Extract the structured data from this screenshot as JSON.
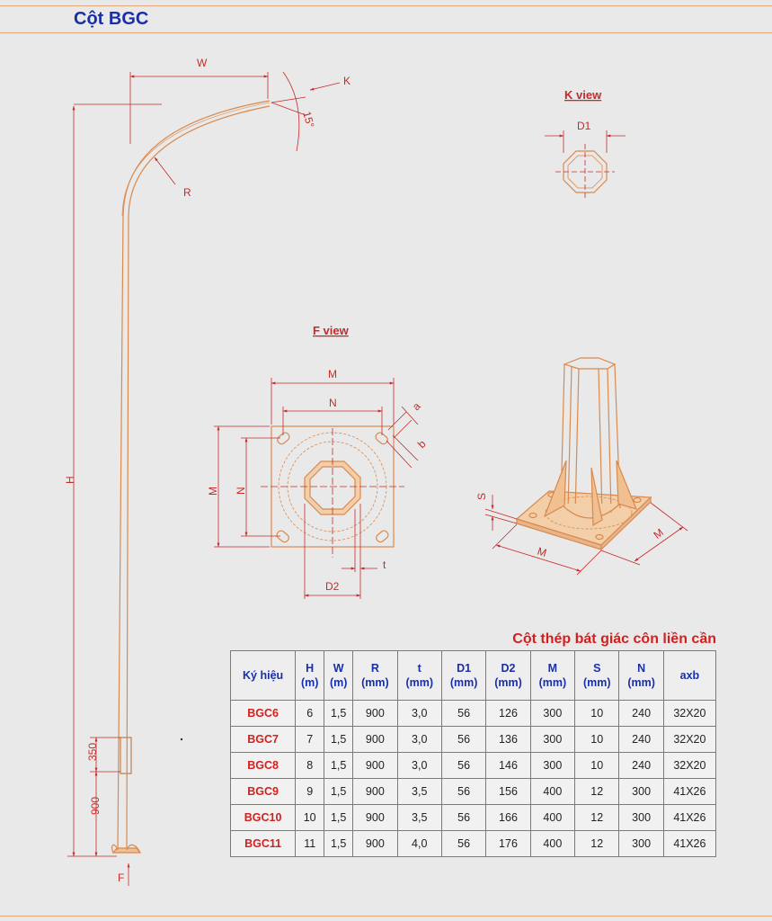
{
  "title": "Cột BGC",
  "views": {
    "k_view": "K view",
    "f_view": "F view"
  },
  "labels": {
    "W": "W",
    "K": "K",
    "angle": "15°",
    "R": "R",
    "H": "H",
    "len350": "350",
    "len900": "900",
    "F": "F",
    "D1": "D1",
    "M": "M",
    "N": "N",
    "a": "a",
    "b": "b",
    "t": "t",
    "D2": "D2",
    "S": "S"
  },
  "table": {
    "title": "Cột thép bát giác côn liền cần",
    "headers": [
      {
        "top": "Ký hiệu",
        "bottom": ""
      },
      {
        "top": "H",
        "bottom": "(m)"
      },
      {
        "top": "W",
        "bottom": "(m)"
      },
      {
        "top": "R",
        "bottom": "(mm)"
      },
      {
        "top": "t",
        "bottom": "(mm)"
      },
      {
        "top": "D1",
        "bottom": "(mm)"
      },
      {
        "top": "D2",
        "bottom": "(mm)"
      },
      {
        "top": "M",
        "bottom": "(mm)"
      },
      {
        "top": "S",
        "bottom": "(mm)"
      },
      {
        "top": "N",
        "bottom": "(mm)"
      },
      {
        "top": "axb",
        "bottom": ""
      }
    ],
    "rows": [
      [
        "BGC6",
        "6",
        "1,5",
        "900",
        "3,0",
        "56",
        "126",
        "300",
        "10",
        "240",
        "32X20"
      ],
      [
        "BGC7",
        "7",
        "1,5",
        "900",
        "3,0",
        "56",
        "136",
        "300",
        "10",
        "240",
        "32X20"
      ],
      [
        "BGC8",
        "8",
        "1,5",
        "900",
        "3,0",
        "56",
        "146",
        "300",
        "10",
        "240",
        "32X20"
      ],
      [
        "BGC9",
        "9",
        "1,5",
        "900",
        "3,5",
        "56",
        "156",
        "400",
        "12",
        "300",
        "41X26"
      ],
      [
        "BGC10",
        "10",
        "1,5",
        "900",
        "3,5",
        "56",
        "166",
        "400",
        "12",
        "300",
        "41X26"
      ],
      [
        "BGC11",
        "11",
        "1,5",
        "900",
        "4,0",
        "56",
        "176",
        "400",
        "12",
        "300",
        "41X26"
      ]
    ]
  }
}
